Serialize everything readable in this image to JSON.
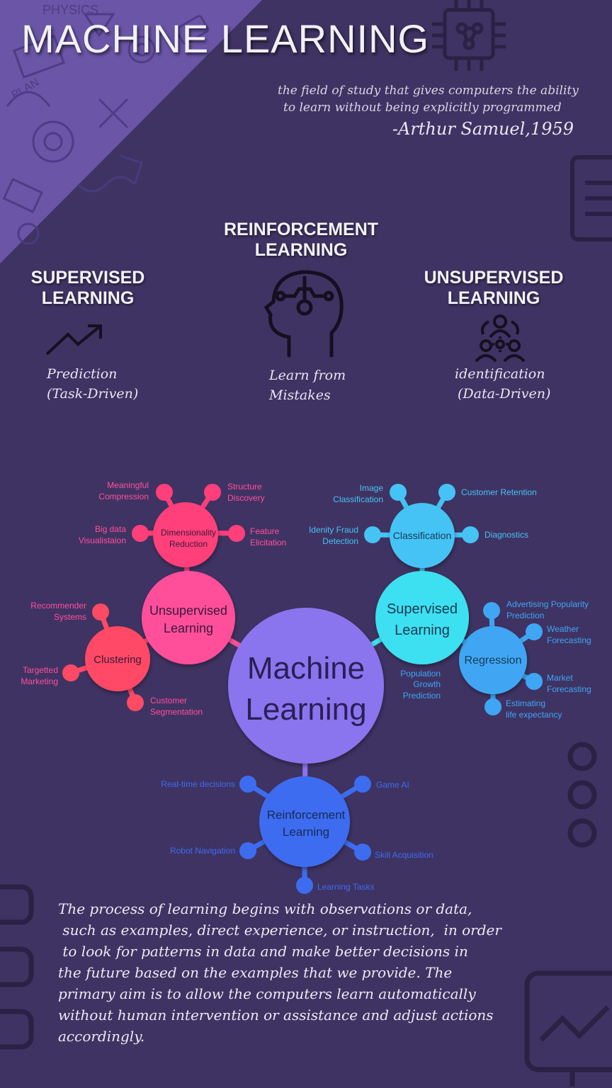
{
  "header": {
    "title": "MACHINE LEARNING",
    "quote_line1": "the field of study that gives computers the ability",
    "quote_line2": "to learn without being explicitly programmed",
    "quote_author": "-Arthur Samuel,1959"
  },
  "categories": {
    "supervised": {
      "title_line1": "SUPERVISED",
      "title_line2": "LEARNING",
      "desc_line1": "Prediction",
      "desc_line2": "(Task-Driven)",
      "icon": "trend-up-arrow-icon"
    },
    "reinforcement": {
      "title_line1": "REINFORCEMENT",
      "title_line2": "LEARNING",
      "desc_line1": "Learn from",
      "desc_line2": "Mistakes",
      "icon": "brain-circuit-head-icon"
    },
    "unsupervised": {
      "title_line1": "UNSUPERVISED",
      "title_line2": "LEARNING",
      "desc_line1": "identification",
      "desc_line2": "(Data-Driven)",
      "icon": "people-network-icon"
    }
  },
  "mindmap": {
    "center_line1": "Machine",
    "center_line2": "Learning",
    "unsupervised": {
      "hub_line1": "Unsupervised",
      "hub_line2": "Learning",
      "dimensionality": {
        "hub_line1": "Dimensionality",
        "hub_line2": "Reduction",
        "leaves": [
          {
            "line1": "Meaningful",
            "line2": "Compression"
          },
          {
            "line1": "Structure",
            "line2": "Discovery"
          },
          {
            "line1": "Big data",
            "line2": "Visualistaion"
          },
          {
            "line1": "Feature",
            "line2": "Elicitation"
          }
        ]
      },
      "clustering": {
        "hub": "Clustering",
        "leaves": [
          {
            "line1": "Recommender",
            "line2": "Systems"
          },
          {
            "line1": "Targetted",
            "line2": "Marketing"
          },
          {
            "line1": "Customer",
            "line2": "Segmentation"
          }
        ]
      }
    },
    "supervised": {
      "hub_line1": "Supervised",
      "hub_line2": "Learning",
      "classification": {
        "hub": "Classification",
        "leaves": [
          {
            "line1": "Image",
            "line2": "Classification"
          },
          {
            "line1": "Customer Retention",
            "line2": ""
          },
          {
            "line1": "Idenity Fraud",
            "line2": "Detection"
          },
          {
            "line1": "Diagnostics",
            "line2": ""
          }
        ]
      },
      "regression": {
        "hub": "Regression",
        "population_line1": "Population",
        "population_line2": "Growth",
        "population_line3": "Prediction",
        "leaves": [
          {
            "line1": "Advertising Popularity",
            "line2": "Prediction"
          },
          {
            "line1": "Weather",
            "line2": "Forecasting"
          },
          {
            "line1": "Market",
            "line2": "Forecasting"
          },
          {
            "line1": "Estimating",
            "line2": "life expectancy"
          }
        ]
      }
    },
    "reinforcement": {
      "hub_line1": "Reinforcement",
      "hub_line2": "Learning",
      "leaves": [
        {
          "line1": "Real-time decisions"
        },
        {
          "line1": "Game AI"
        },
        {
          "line1": "Robot Navigation"
        },
        {
          "line1": "Skill Acquisition"
        },
        {
          "line1": "Learning Tasks"
        }
      ]
    }
  },
  "paragraph": {
    "line1": "The process of learning begins with observations or data,",
    "line2": " such as examples, direct experience, or instruction,  in order",
    "line3": " to look for patterns in data and make better decisions in",
    "line4": "the future based on the examples that we provide. The",
    "line5": "primary aim is to allow the computers learn automatically",
    "line6": "without human intervention or assistance and adjust actions",
    "line7": "accordingly."
  },
  "colors": {
    "background": "#3f3363",
    "corner_panel": "#6a55a6",
    "unsupervised": "#ff4f9a",
    "dimensionality": "#ff3f7a",
    "clustering": "#ff4a66",
    "supervised": "#3de0f0",
    "classification": "#45c3f4",
    "regression": "#3fa6f4",
    "center": "#8b74ee",
    "reinforcement": "#3d6cf0"
  }
}
